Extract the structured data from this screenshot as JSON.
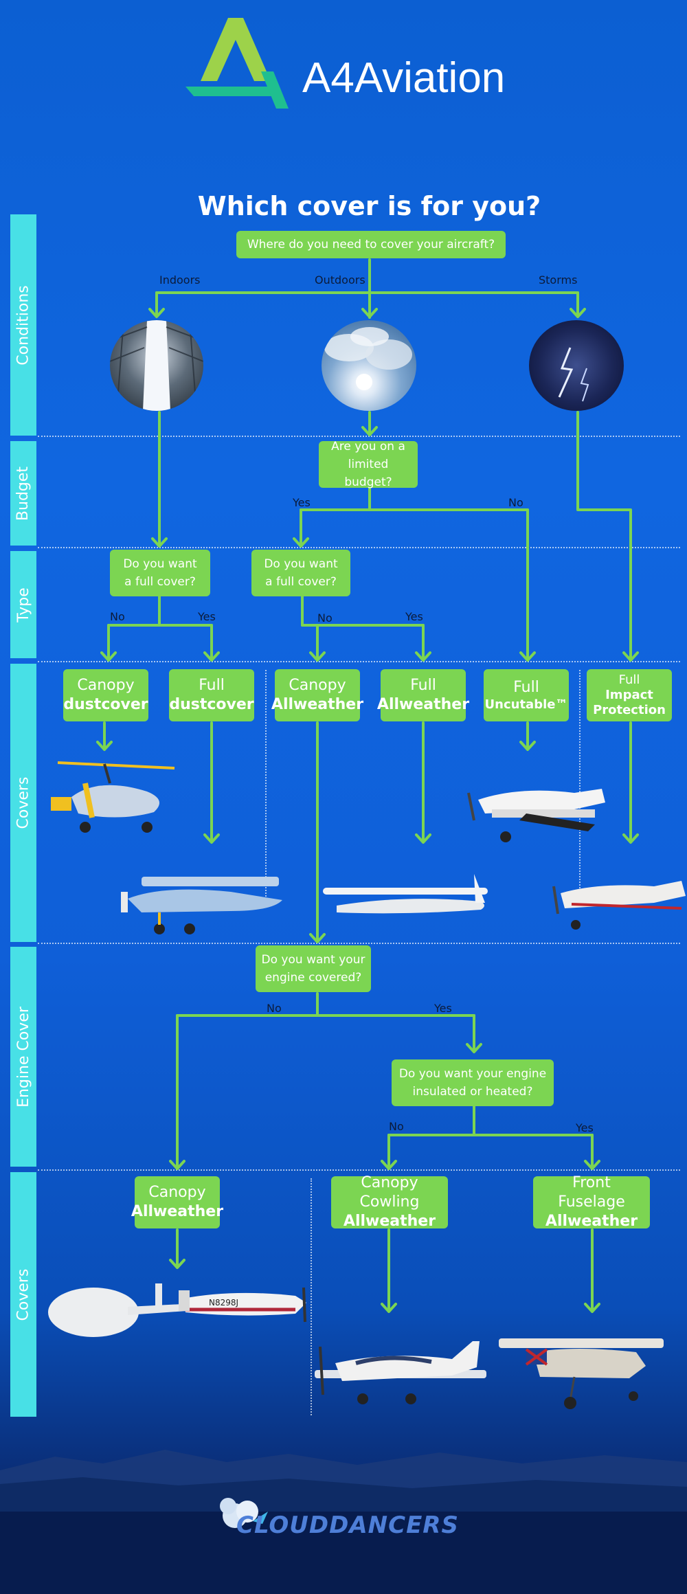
{
  "brand": {
    "name": "A4Aviation"
  },
  "title": "Which cover is for you?",
  "sections": [
    {
      "label": "Conditions"
    },
    {
      "label": "Budget"
    },
    {
      "label": "Type"
    },
    {
      "label": "Covers"
    },
    {
      "label": "Engine Cover"
    },
    {
      "label": "Covers"
    }
  ],
  "questions": {
    "where": "Where do you need to cover your aircraft?",
    "budget": [
      "Are you on a",
      "limited budget?"
    ],
    "full_left": [
      "Do you want",
      "a full cover?"
    ],
    "full_mid": [
      "Do you want",
      "a full cover?"
    ],
    "engine": [
      "Do you want your",
      "engine covered?"
    ],
    "insulated": [
      "Do you want your engine",
      "insulated or heated?"
    ]
  },
  "edge_labels": {
    "indoors": "Indoors",
    "outdoors": "Outdoors",
    "storms": "Storms",
    "budget_yes": "Yes",
    "budget_no": "No",
    "type_left_no": "No",
    "type_left_yes": "Yes",
    "type_mid_no": "No",
    "type_mid_yes": "Yes",
    "engine_no": "No",
    "engine_yes": "Yes",
    "ins_no": "No",
    "ins_yes": "Yes"
  },
  "covers": {
    "canopy_dust": [
      "Canopy",
      "dustcover"
    ],
    "full_dust": [
      "Full",
      "dustcover"
    ],
    "canopy_all": [
      "Canopy",
      "Allweather"
    ],
    "full_all": [
      "Full",
      "Allweather"
    ],
    "full_uncut": [
      "Full",
      "Uncutable™"
    ],
    "full_impact": [
      "Full",
      "Impact",
      "Protection"
    ],
    "canopy_all_2": [
      "Canopy",
      "Allweather"
    ],
    "cowling_all": [
      "Canopy Cowling",
      "Allweather"
    ],
    "fuselage_all": [
      "Front Fuselage",
      "Allweather"
    ]
  },
  "aircraft_reg": "N8298J",
  "footer": {
    "brand": "CLOUDDANCERS"
  },
  "colors": {
    "accent": "#7cd552",
    "side": "#48e0e6",
    "bg": "#0f5fd8"
  }
}
